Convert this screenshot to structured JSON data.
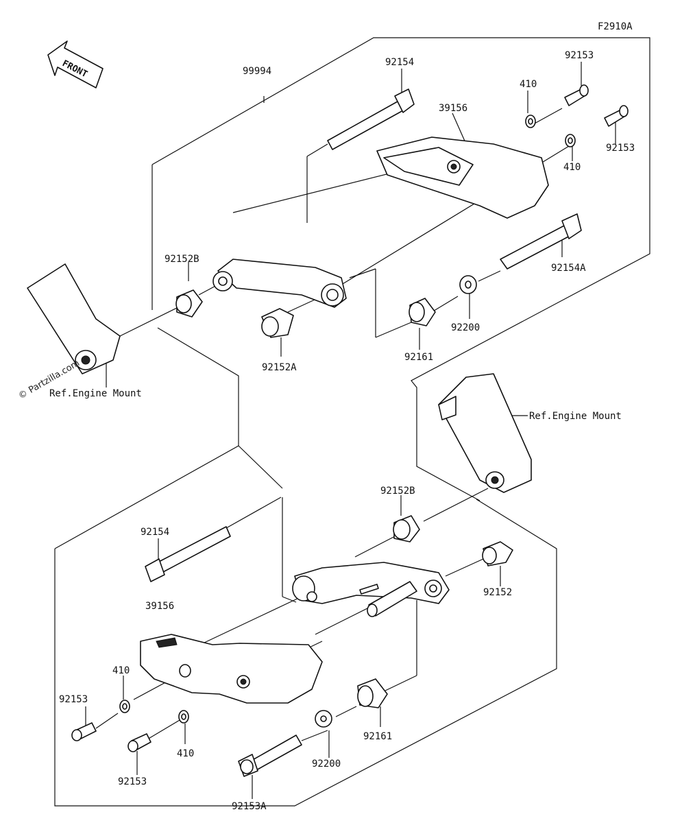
{
  "diagram_code": "F2910A",
  "front_label": "FRONT",
  "watermark": "© Partzilla.com",
  "upper": {
    "assembly": "99994",
    "bolt_top": "92154",
    "slider": "39156",
    "screw_a": "92153",
    "screw_b": "92153",
    "washer_a": "410",
    "washer_b": "410",
    "spacer": "92152B",
    "collar": "92152A",
    "bolt_long": "92154A",
    "washer_c": "92200",
    "bushing": "92161",
    "ref_mount": "Ref.Engine Mount"
  },
  "lower": {
    "spacer": "92152B",
    "bolt": "92154",
    "slider": "39156",
    "collar": "92152",
    "washer_a": "410",
    "washer_b": "410",
    "screw_a": "92153",
    "screw_b": "92153",
    "bushing": "92161",
    "washer_c": "92200",
    "bolt_long": "92153A",
    "ref_mount": "Ref.Engine Mount"
  }
}
